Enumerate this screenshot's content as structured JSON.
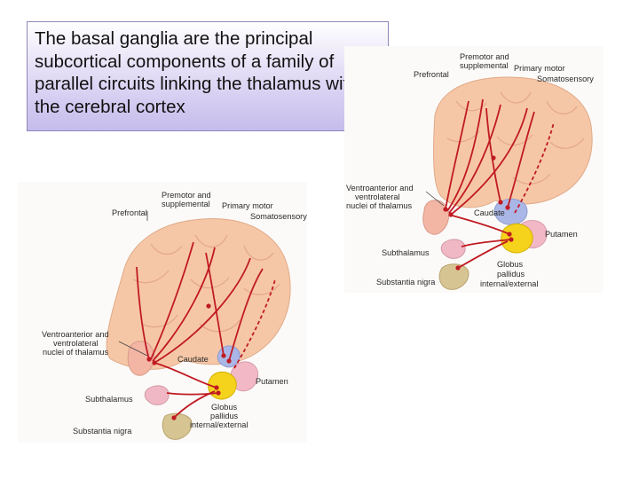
{
  "title": "The basal ganglia are the principal subcortical components of a family of parallel circuits linking the thalamus with the cerebral cortex",
  "labels": {
    "premotor": "Premotor and",
    "supplemental": "supplemental",
    "primary_motor": "Primary motor",
    "prefrontal": "Prefrontal",
    "somatosensory": "Somatosensory",
    "ventro1": "Ventroanterior and",
    "ventro2": "ventrolateral",
    "ventro3": "nuclei of thalamus",
    "caudate": "Caudate",
    "putamen": "Putamen",
    "subthalamus": "Subthalamus",
    "globus": "Globus",
    "pallidus": "pallidus",
    "internal_external": "internal/external",
    "substantia_nigra": "Substantia nigra"
  },
  "colors": {
    "title_border": "#8f86b8",
    "title_gradient_end": "#c6bcec",
    "brain": "#f6c7a6",
    "pathway": "#c01a22",
    "thalamus": "#f3b6a5",
    "caudate": "#aab7e6",
    "putamen": "#f2b8c6",
    "globus_pallidus": "#f5d21c",
    "substantia_nigra": "#d6c492"
  }
}
